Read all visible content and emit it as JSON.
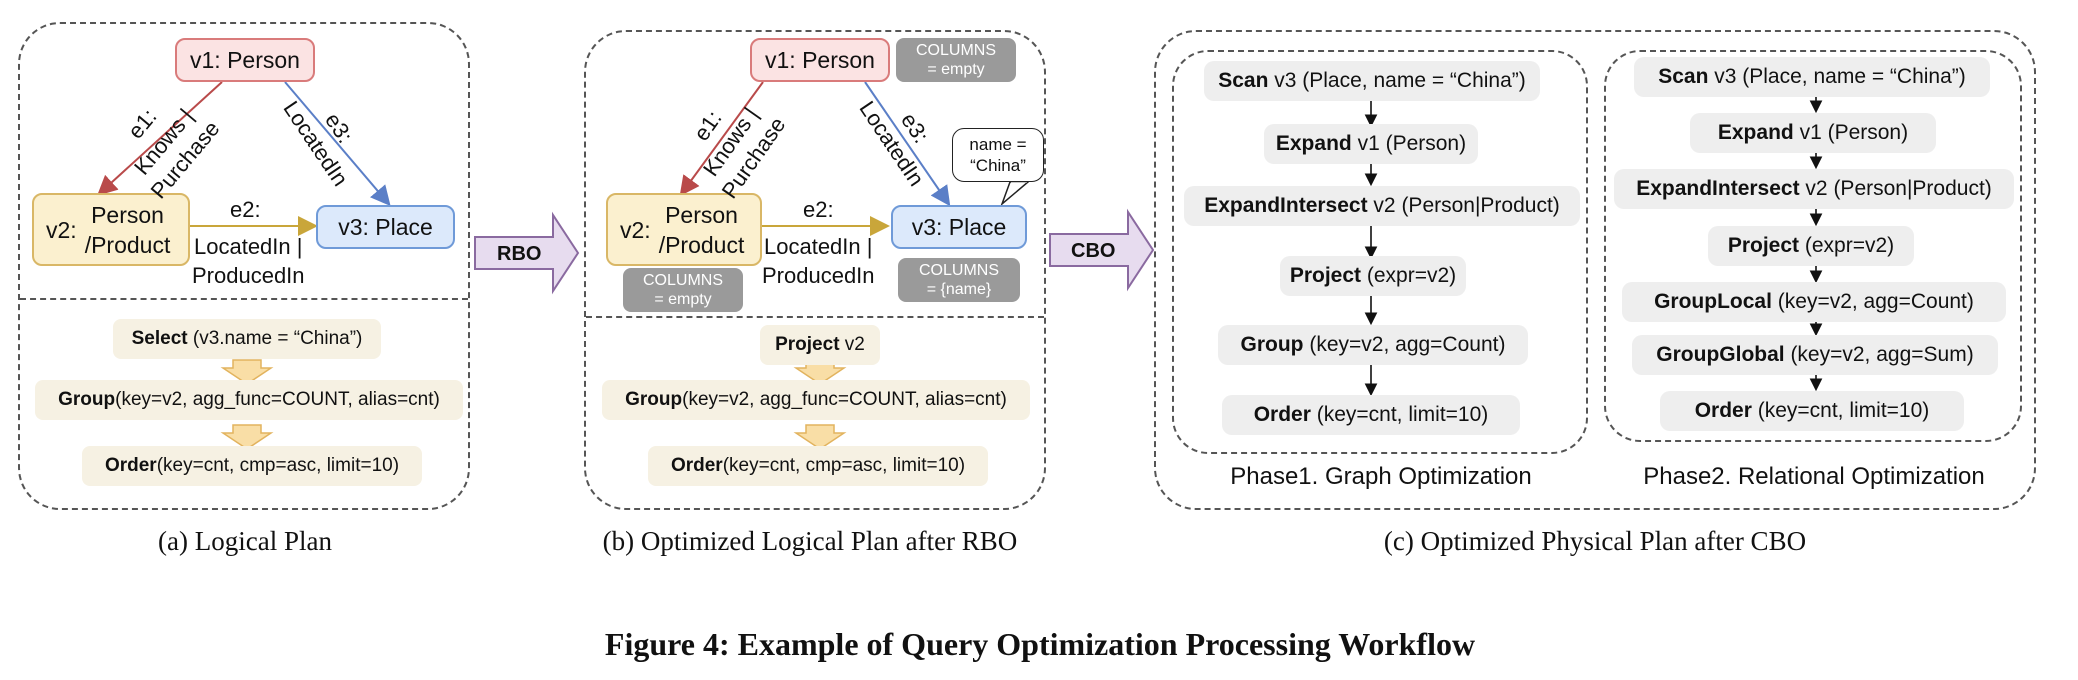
{
  "figure_title": "Figure 4: Example of Query Optimization Processing Workflow",
  "colors": {
    "person": "#fbe3e3",
    "product": "#fbf0cf",
    "place": "#dce9fb",
    "edge_e1": "#b94a4a",
    "edge_e2": "#c9a63a",
    "edge_e3": "#5b7fc7"
  },
  "panel_a": {
    "caption": "(a) Logical Plan",
    "graph": {
      "v1": "v1: Person",
      "v2_prefix": "v2:",
      "v2_line1": "Person",
      "v2_line2": "/Product",
      "v3": "v3: Place",
      "e1_name": "e1:",
      "e1_line1": "Knows |",
      "e1_line2": "Purchase",
      "e2_name": "e2:",
      "e2_line1": "LocatedIn |",
      "e2_line2": "ProducedIn",
      "e3_name": "e3:",
      "e3_line1": "LocatedIn"
    },
    "ops": [
      {
        "kw": "Select",
        "rest": " (v3.name = “China”)"
      },
      {
        "kw": "Group",
        "rest": "(key=v2, agg_func=COUNT, alias=cnt)"
      },
      {
        "kw": "Order",
        "rest": "(key=cnt, cmp=asc, limit=10)"
      }
    ]
  },
  "arrow_rbo": "RBO",
  "arrow_cbo": "CBO",
  "panel_b": {
    "caption": "(b) Optimized Logical Plan after RBO",
    "graph": {
      "v1": "v1: Person",
      "v2_prefix": "v2:",
      "v2_line1": "Person",
      "v2_line2": "/Product",
      "v3": "v3: Place",
      "e1_name": "e1:",
      "e1_line1": "Knows |",
      "e1_line2": "Purchase",
      "e2_name": "e2:",
      "e2_line1": "LocatedIn |",
      "e2_line2": "ProducedIn",
      "e3_name": "e3:",
      "e3_line1": "LocatedIn",
      "cols_v1_l1": "COLUMNS",
      "cols_v1_l2": "= empty",
      "cols_v2_l1": "COLUMNS",
      "cols_v2_l2": "= empty",
      "cols_v3_l1": "COLUMNS",
      "cols_v3_l2": "= {name}",
      "filter_l1": "name =",
      "filter_l2": "“China”"
    },
    "ops": [
      {
        "kw": "Project",
        "rest": " v2"
      },
      {
        "kw": "Group",
        "rest": "(key=v2, agg_func=COUNT, alias=cnt)"
      },
      {
        "kw": "Order",
        "rest": "(key=cnt, cmp=asc, limit=10)"
      }
    ]
  },
  "panel_c": {
    "caption": "(c) Optimized Physical Plan after CBO",
    "phase1": {
      "label": "Phase1. Graph Optimization",
      "ops": [
        {
          "kw": "Scan",
          "rest": " v3 (Place, name = “China”)"
        },
        {
          "kw": "Expand",
          "rest": " v1 (Person)"
        },
        {
          "kw": "ExpandIntersect",
          "rest": " v2 (Person|Product)"
        },
        {
          "kw": "Project",
          "rest": " (expr=v2)"
        },
        {
          "kw": "Group",
          "rest": " (key=v2, agg=Count)"
        },
        {
          "kw": "Order",
          "rest": " (key=cnt, limit=10)"
        }
      ]
    },
    "phase2": {
      "label": "Phase2. Relational Optimization",
      "ops": [
        {
          "kw": "Scan",
          "rest": " v3 (Place, name = “China”)"
        },
        {
          "kw": "Expand",
          "rest": " v1 (Person)"
        },
        {
          "kw": "ExpandIntersect",
          "rest": " v2 (Person|Product)"
        },
        {
          "kw": "Project",
          "rest": " (expr=v2)"
        },
        {
          "kw": "GroupLocal",
          "rest": " (key=v2, agg=Count)"
        },
        {
          "kw": "GroupGlobal",
          "rest": " (key=v2, agg=Sum)"
        },
        {
          "kw": "Order",
          "rest": " (key=cnt, limit=10)"
        }
      ]
    }
  }
}
